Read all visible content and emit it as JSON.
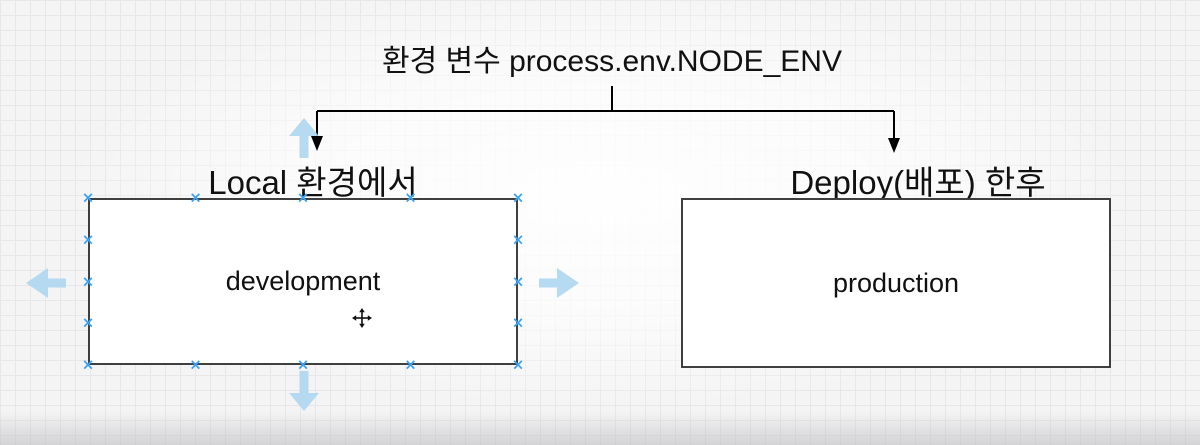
{
  "title": "환경 변수 process.env.NODE_ENV",
  "nodes": {
    "left": {
      "label": "Local 환경에서",
      "value": "development"
    },
    "right": {
      "label": "Deploy(배포) 한후",
      "value": "production"
    }
  },
  "icons": {
    "selection_handle": "×"
  },
  "colors": {
    "selection_blue": "#3da2f5",
    "direction_arrow_blue": "#aed6f1",
    "connector_black": "#000000",
    "box_border": "#3f3f3f",
    "grid_line": "#e7e7e9",
    "canvas_background": "#f4f4f5"
  }
}
